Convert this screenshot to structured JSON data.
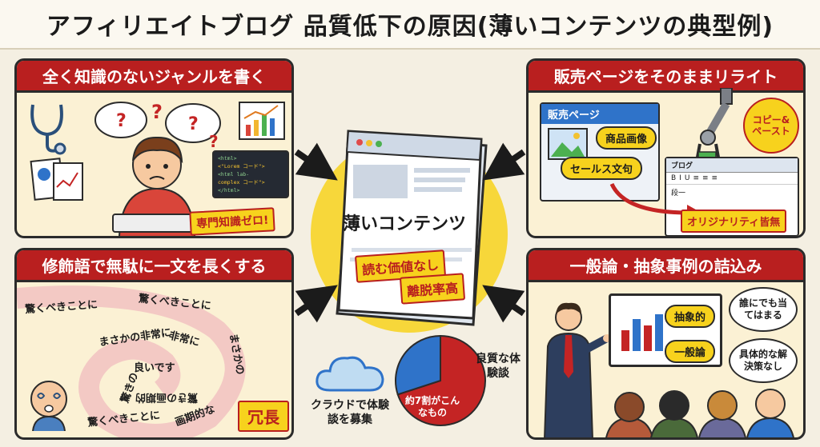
{
  "title": "アフィリエイトブログ 品質低下の原因(薄いコンテンツの典型例)",
  "center": {
    "doc_title": "薄いコンテンツ",
    "tag1": "読む価値なし",
    "tag2": "離脱率高"
  },
  "panel_tl": {
    "header": "全く知識のないジャンルを書く",
    "stamp": "専門知識ゼロ!",
    "code_lines": [
      "<html>",
      "<\"Lorem コード\">",
      "<html lab-",
      "complex コード\">",
      "</html>"
    ]
  },
  "panel_tr": {
    "header": "販売ページをそのままリライト",
    "sales_page_title": "販売ページ",
    "product_image": "商品画像",
    "sales_copy": "セールス文句",
    "copy_paste": "コピー&ペースト",
    "blog_label": "ブログ",
    "toolbar_items": [
      "B",
      "I",
      "U",
      "≡",
      "≡",
      "≡"
    ],
    "paragraph_label": "段一",
    "stamp": "オリジナリティ皆無"
  },
  "panel_bl": {
    "header": "修飾語で無駄に一文を長くする",
    "spiral": {
      "outer1": "驚くべきことに",
      "outer2": "驚くべきことに",
      "mid1": "まさかの非常に",
      "mid2": "非常に",
      "right": "まさかの",
      "inner": "良いです",
      "inner_left": "驚きの",
      "inner_bottom": "驚きの画期的",
      "bottom1": "驚くべきことに",
      "bottom2": "画期的な"
    },
    "stamp": "冗長"
  },
  "panel_br": {
    "header": "一般論・抽象事例の詰込み",
    "tag_abstract": "抽象的",
    "tag_general": "一般論",
    "bubble1": "誰にでも当てはまる",
    "bubble2": "具体的な解決策なし"
  },
  "pie": {
    "good_label": "良質な体験談",
    "bad_label": "約7割がこんなもの",
    "cloud_label": "クラウドで体験談を募集",
    "slices": [
      {
        "name": "bad",
        "value": 70,
        "color": "#c42424"
      },
      {
        "name": "good",
        "value": 30,
        "color": "#2f73c9"
      }
    ]
  },
  "colors": {
    "accent_red": "#b91f1f",
    "accent_yellow": "#f7d21d",
    "panel_bg": "#fbf1d4",
    "blue": "#2f73c9"
  }
}
